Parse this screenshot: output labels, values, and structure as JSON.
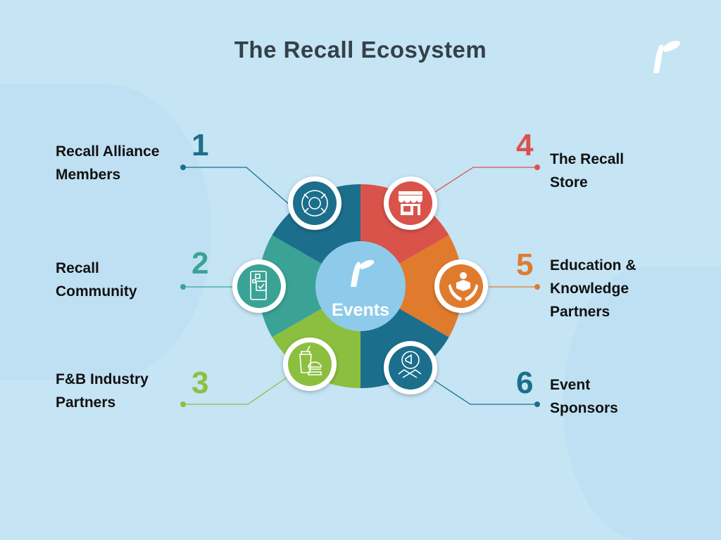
{
  "title": "The Recall Ecosystem",
  "center": {
    "label": "Events"
  },
  "items": [
    {
      "number": "1",
      "label_line1": "Recall Alliance",
      "label_line2": "Members",
      "color": "#1b6f8c",
      "icon": "hands-together-icon"
    },
    {
      "number": "2",
      "label_line1": "Recall",
      "label_line2": "Community",
      "color": "#3aa395",
      "icon": "mobile-app-icon"
    },
    {
      "number": "3",
      "label_line1": "F&B Industry",
      "label_line2": "Partners",
      "color": "#8cbf3f",
      "icon": "drink-burger-icon"
    },
    {
      "number": "4",
      "label_line1": "The Recall",
      "label_line2": "Store",
      "color": "#d9534a",
      "icon": "storefront-icon"
    },
    {
      "number": "5",
      "label_line1": "Education &",
      "label_line2": "Knowledge",
      "label_line3": "Partners",
      "color": "#e07b2e",
      "icon": "hands-book-icon"
    },
    {
      "number": "6",
      "label_line1": "Event",
      "label_line2": "Sponsors",
      "color": "#1b6f8c",
      "icon": "megaphone-handshake-icon"
    }
  ]
}
